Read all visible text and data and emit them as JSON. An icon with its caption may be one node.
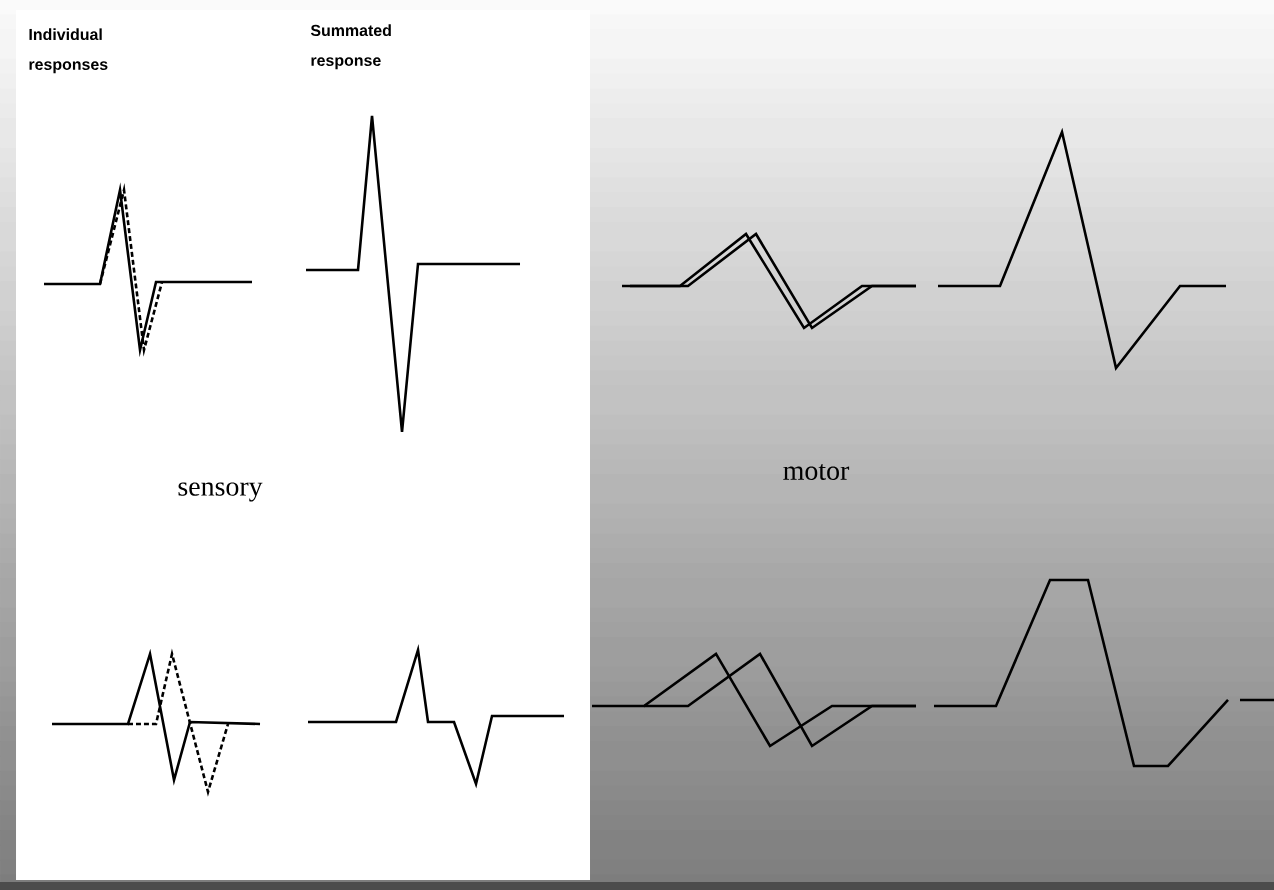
{
  "diagram": {
    "labels": [
      "Individual responses",
      "Summated response",
      "sensory",
      "motor"
    ]
  }
}
